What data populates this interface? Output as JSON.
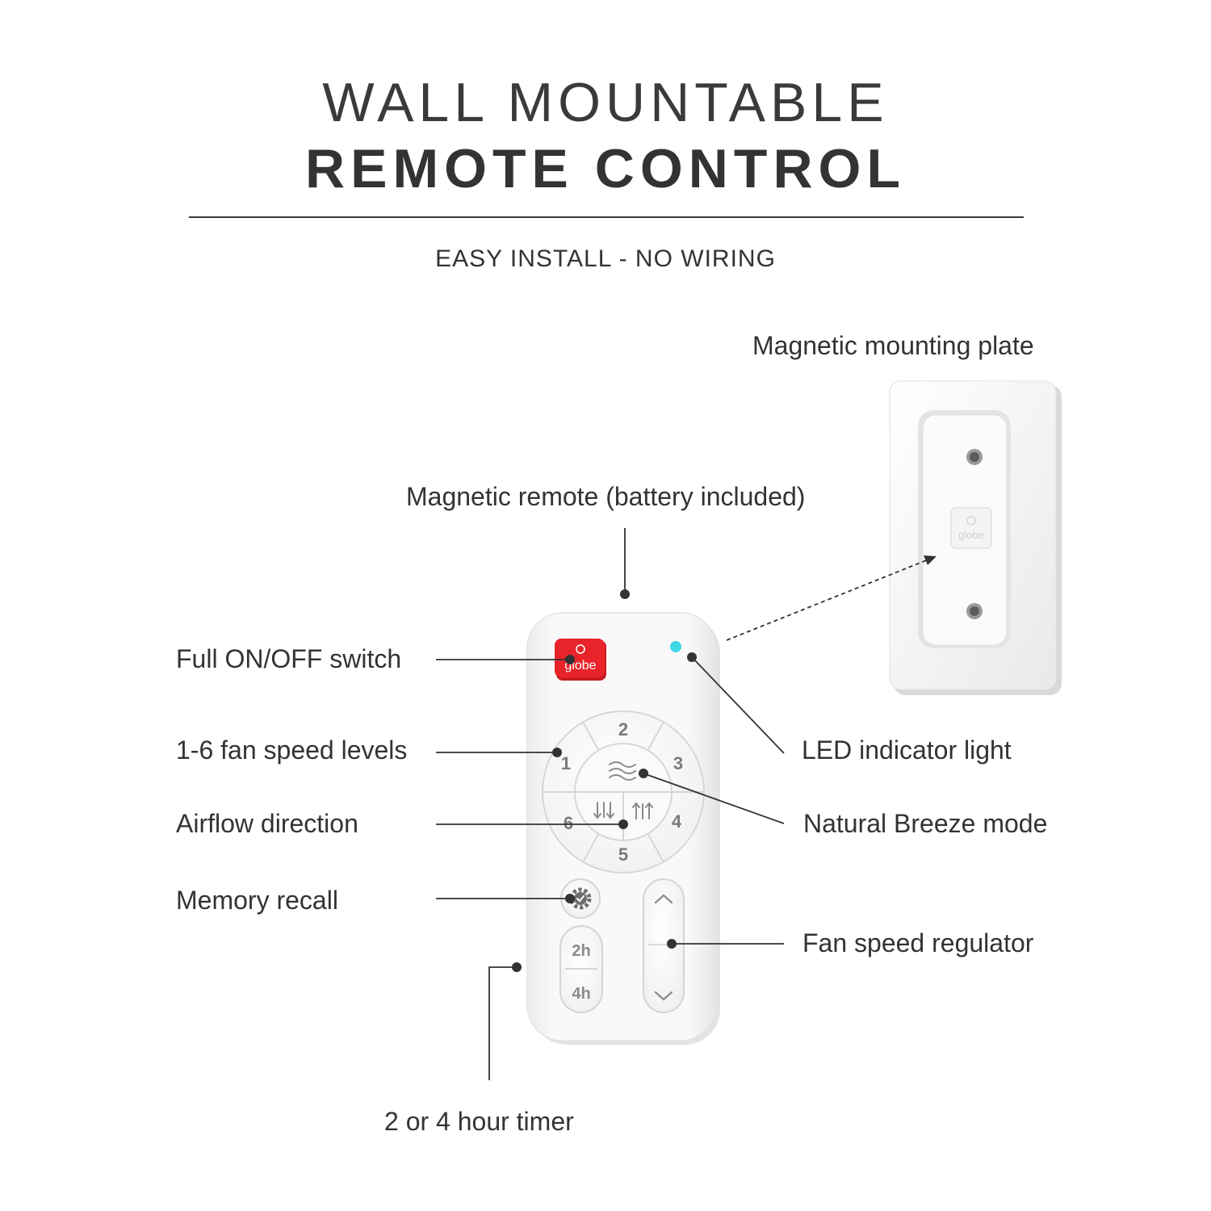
{
  "header": {
    "title_line1": "WALL MOUNTABLE",
    "title_line2": "REMOTE CONTROL",
    "subtitle": "EASY INSTALL - NO WIRING"
  },
  "callouts": {
    "mounting_plate": "Magnetic mounting plate",
    "magnetic_remote": "Magnetic remote (battery included)",
    "on_off": "Full ON/OFF switch",
    "fan_speed_levels": "1-6 fan speed levels",
    "airflow": "Airflow direction",
    "memory": "Memory recall",
    "timer": "2 or 4 hour timer",
    "led": "LED indicator light",
    "breeze": "Natural Breeze mode",
    "regulator": "Fan speed regulator"
  },
  "remote": {
    "brand_logo_text": "globe",
    "speed_numbers": [
      "1",
      "2",
      "3",
      "4",
      "5",
      "6"
    ],
    "timer_2h": "2h",
    "timer_4h": "4h"
  },
  "plate": {
    "brand_logo_text": "globe"
  },
  "colors": {
    "power_button": "#e8232a",
    "led": "#3fd6e6",
    "text": "#333333",
    "remote_body": "#f7f7f7"
  },
  "icons": [
    "breeze-icon",
    "airflow-down-icon",
    "airflow-up-icon",
    "gear-check-icon",
    "chevron-up-icon",
    "chevron-down-icon"
  ]
}
